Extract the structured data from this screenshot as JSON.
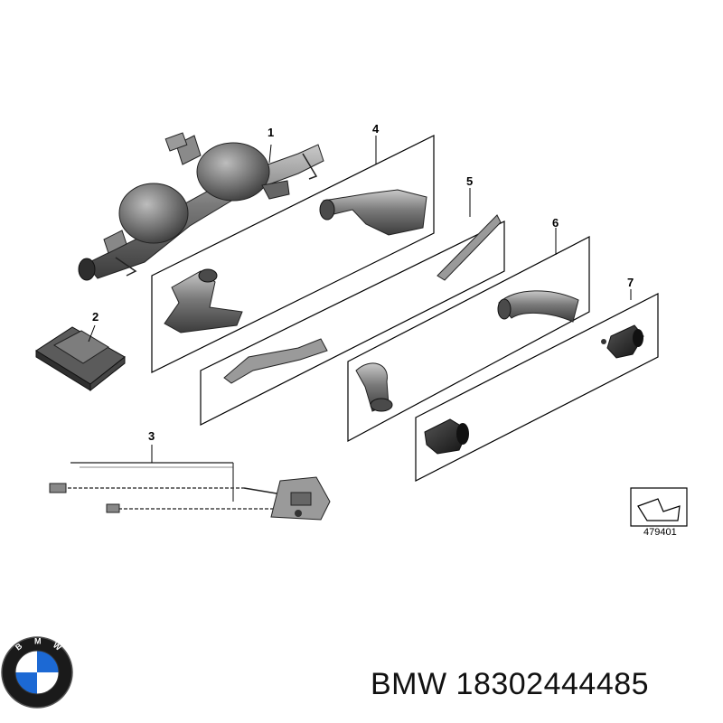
{
  "callouts": [
    "1",
    "2",
    "3",
    "4",
    "5",
    "6",
    "7"
  ],
  "reference_number": "479401",
  "caption": {
    "brand": "BMW",
    "part_number": "18302444485"
  },
  "logo": {
    "name": "bmw-roundel",
    "text": "BMW",
    "colors": {
      "blue": "#1c69d4",
      "white": "#ffffff",
      "ring": "#1a1a1a"
    }
  },
  "colors": {
    "line": "#000000",
    "part_fill": "#6e6e6e",
    "part_dark": "#3a3a3a",
    "part_light": "#b5b5b5"
  }
}
